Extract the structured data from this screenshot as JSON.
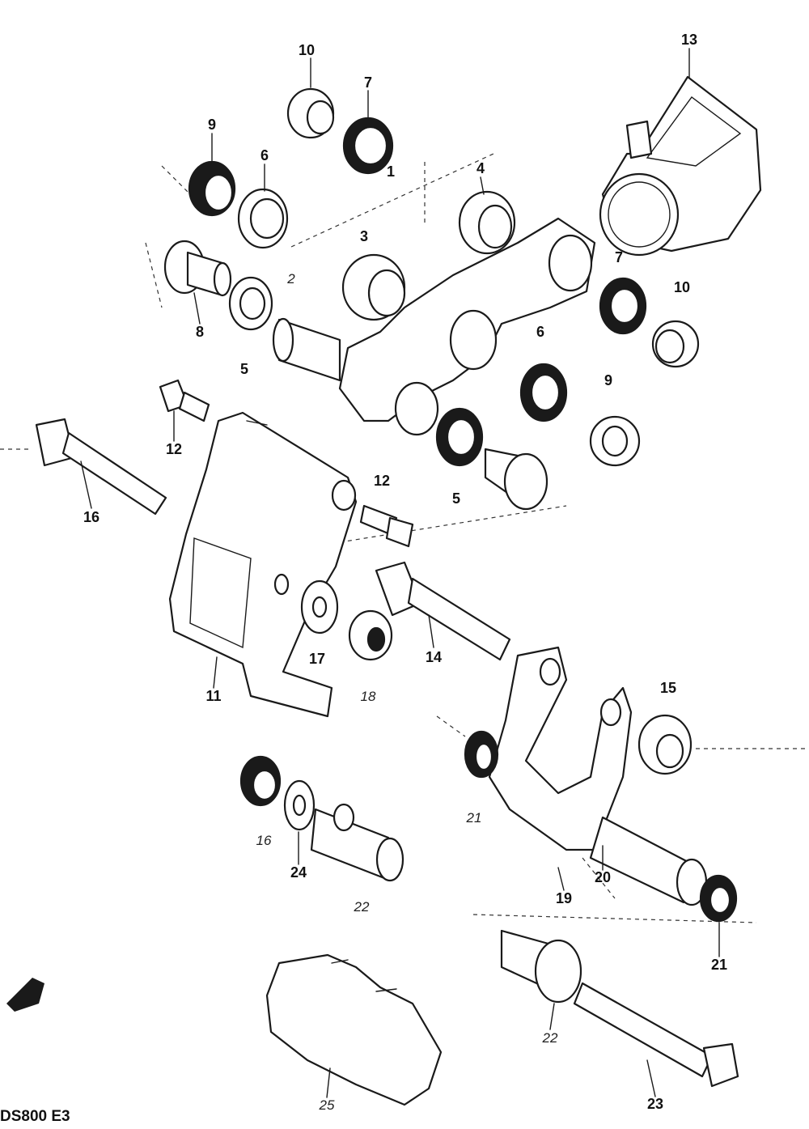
{
  "parts": [
    {
      "key": "p1",
      "label": "1"
    },
    {
      "key": "p2",
      "label": "2"
    },
    {
      "key": "p3",
      "label": "3"
    },
    {
      "key": "p4",
      "label": "4"
    },
    {
      "key": "p5a",
      "label": "5"
    },
    {
      "key": "p5b",
      "label": "5"
    },
    {
      "key": "p6a",
      "label": "6"
    },
    {
      "key": "p6b",
      "label": "6"
    },
    {
      "key": "p7a",
      "label": "7"
    },
    {
      "key": "p7b",
      "label": "7"
    },
    {
      "key": "p8",
      "label": "8"
    },
    {
      "key": "p9a",
      "label": "9"
    },
    {
      "key": "p9b",
      "label": "9"
    },
    {
      "key": "p10a",
      "label": "10"
    },
    {
      "key": "p10b",
      "label": "10"
    },
    {
      "key": "p11",
      "label": "11"
    },
    {
      "key": "p12a",
      "label": "12"
    },
    {
      "key": "p12b",
      "label": "12"
    },
    {
      "key": "p13",
      "label": "13"
    },
    {
      "key": "p14",
      "label": "14"
    },
    {
      "key": "p15",
      "label": "15"
    },
    {
      "key": "p16a",
      "label": "16"
    },
    {
      "key": "p16b",
      "label": "16"
    },
    {
      "key": "p17",
      "label": "17"
    },
    {
      "key": "p18",
      "label": "18"
    },
    {
      "key": "p19",
      "label": "19"
    },
    {
      "key": "p20",
      "label": "20"
    },
    {
      "key": "p21a",
      "label": "21"
    },
    {
      "key": "p21b",
      "label": "21"
    },
    {
      "key": "p22a",
      "label": "22"
    },
    {
      "key": "p22b",
      "label": "22"
    },
    {
      "key": "p23",
      "label": "23"
    },
    {
      "key": "p24",
      "label": "24"
    },
    {
      "key": "p25",
      "label": "25"
    }
  ],
  "footer": {
    "code": "DS800 E3"
  }
}
